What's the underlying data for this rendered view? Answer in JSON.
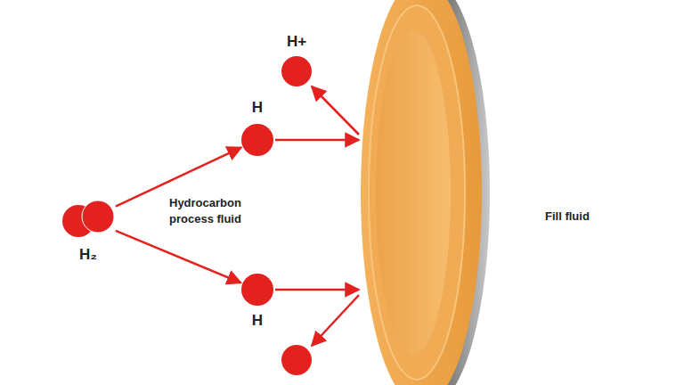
{
  "diagram": {
    "nodes": [
      {
        "text": [
          "H₂"
        ]
      },
      {
        "text": [
          "H"
        ]
      },
      {
        "text": [
          "H"
        ]
      },
      {
        "text": [
          "H+"
        ]
      }
    ],
    "edges": [
      {
        "from": 0,
        "to": 1,
        "arrow": "to"
      },
      {
        "from": 0,
        "to": 2,
        "arrow": "to"
      }
    ],
    "labels": [
      "Hydrocarbon process fluid",
      "Fill fluid"
    ]
  }
}
